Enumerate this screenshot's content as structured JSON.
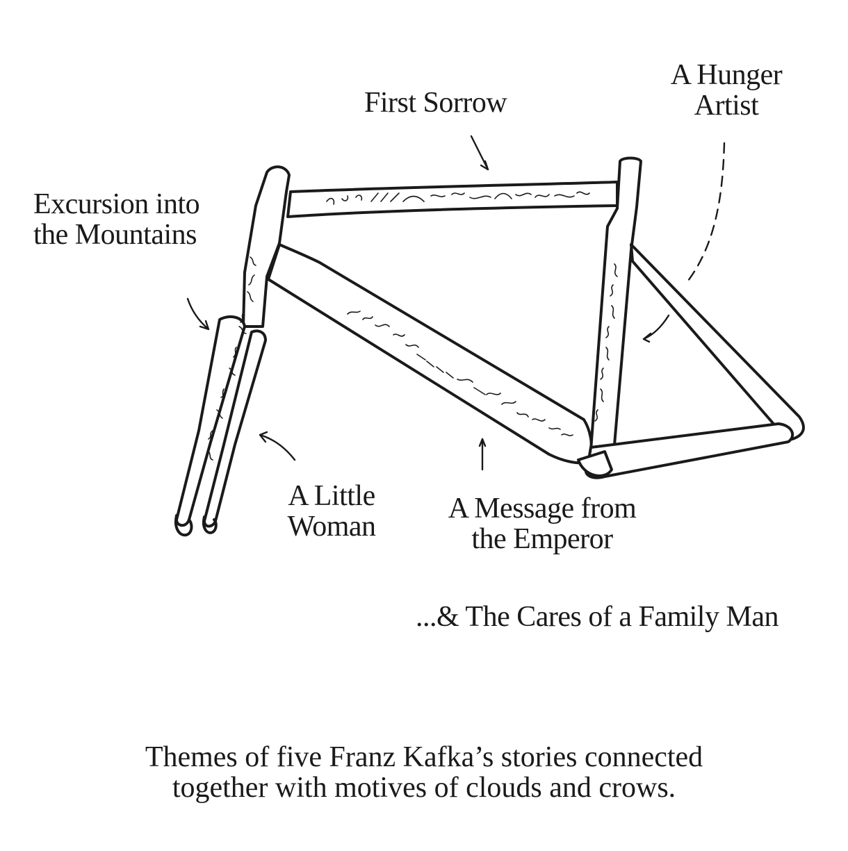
{
  "labels": {
    "first_sorrow": "First Sorrow",
    "hunger_artist": [
      "A Hunger",
      "Artist"
    ],
    "excursion": [
      "Excursion into",
      "the Mountains"
    ],
    "little_woman": [
      "A Little",
      "Woman"
    ],
    "message": [
      "A Message from",
      "the Emperor"
    ],
    "cares": "...& The Cares of a Family Man"
  },
  "caption": {
    "line1": "Themes of five Franz Kafka’s stories connected",
    "line2": "together with motives of clouds and crows."
  },
  "colors": {
    "ink": "#1a1a1a",
    "paper": "#ffffff"
  }
}
